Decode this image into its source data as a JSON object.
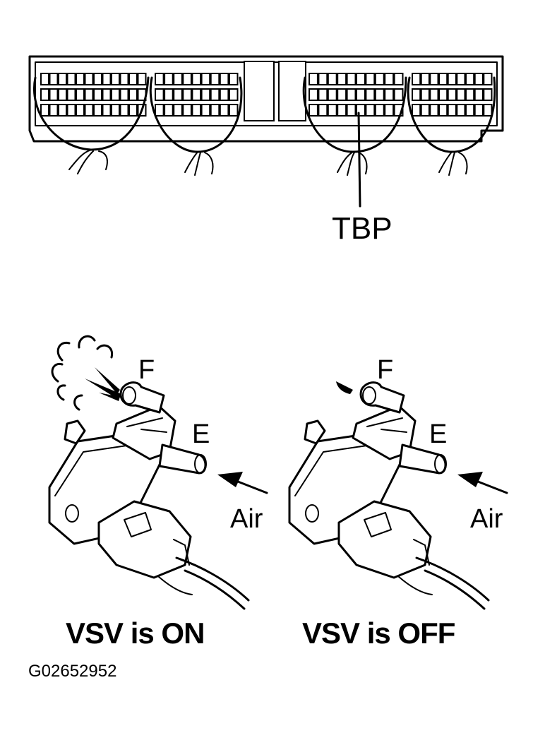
{
  "diagram": {
    "connector_label": "TBP",
    "panels": [
      {
        "port_f": "F",
        "port_e": "E",
        "air_label": "Air",
        "caption": "VSV is ON"
      },
      {
        "port_f": "F",
        "port_e": "E",
        "air_label": "Air",
        "caption": "VSV is OFF"
      }
    ],
    "figure_id": "G02652952"
  }
}
